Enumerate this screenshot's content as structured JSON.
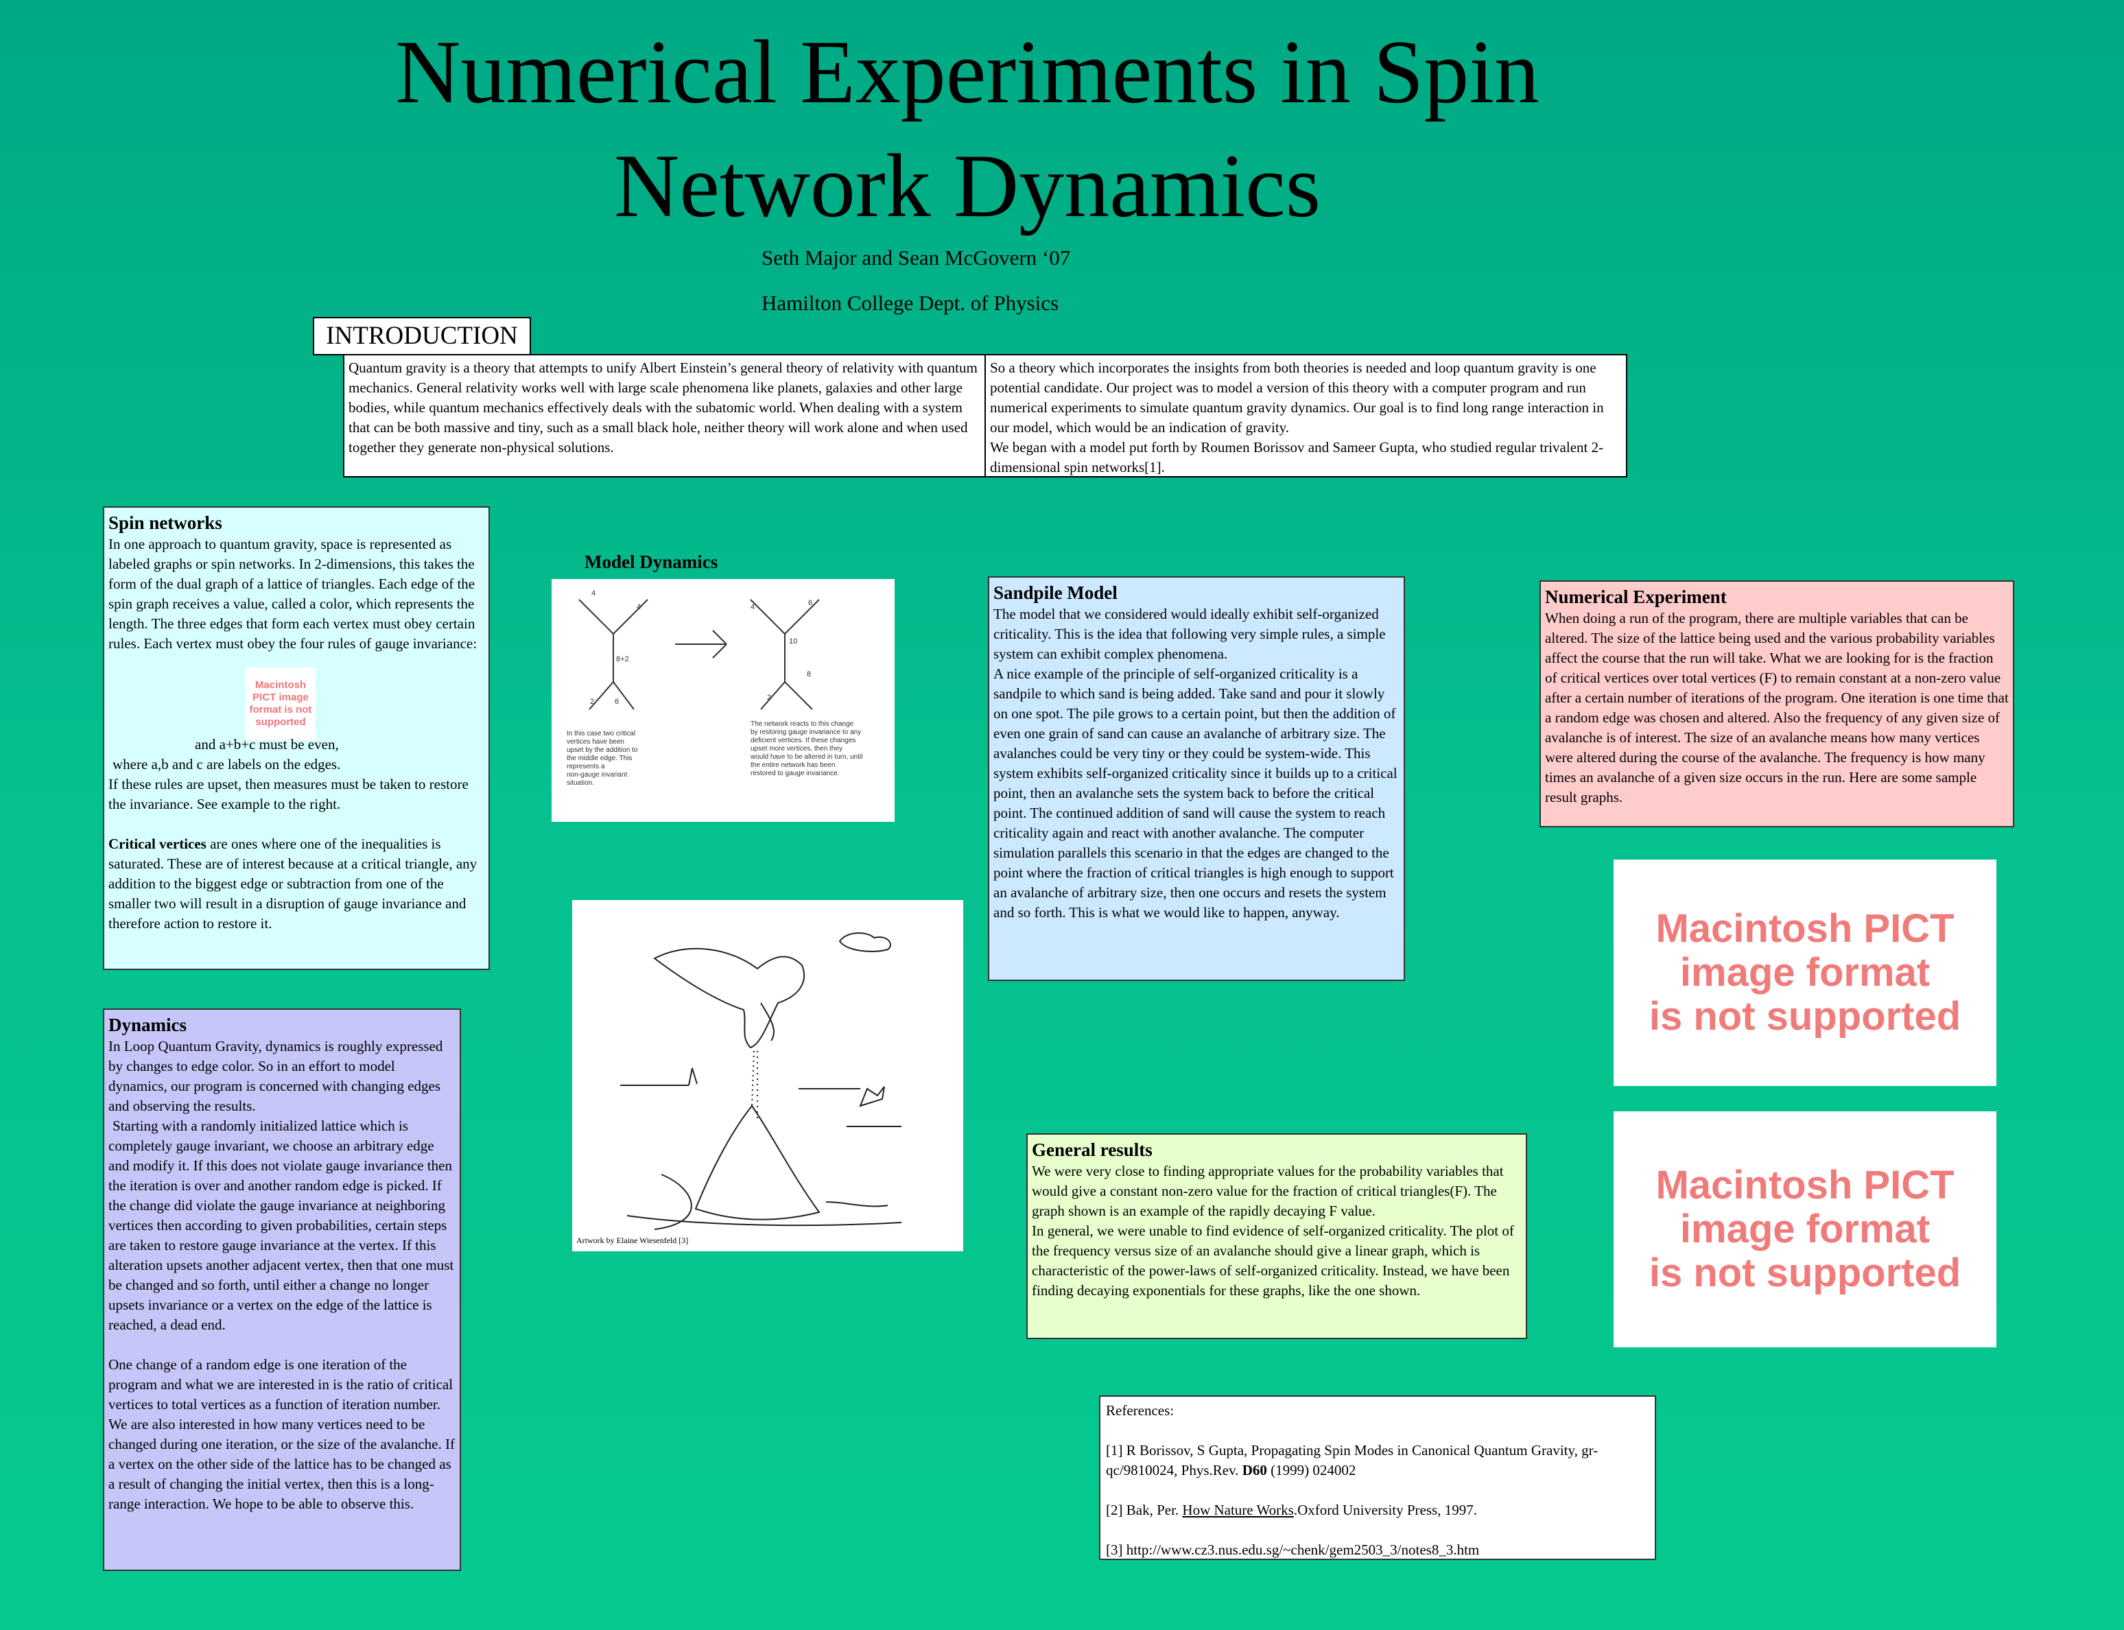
{
  "header": {
    "title_line1": "Numerical Experiments in Spin",
    "title_line2": "Network Dynamics",
    "authors": "Seth Major and Sean McGovern ‘07",
    "affiliation": "Hamilton College Dept. of Physics"
  },
  "intro": {
    "label": "INTRODUCTION",
    "col1": "Quantum gravity is a theory that attempts to unify Albert Einstein’s general theory of relativity with quantum mechanics. General relativity works well with large scale phenomena like planets, galaxies and other large bodies, while quantum mechanics effectively deals with the subatomic world. When dealing with a system that can be both massive and tiny, such as a small black hole, neither theory will work alone and when used together they generate non-physical solutions.",
    "col2_p1": "So a theory which incorporates the insights from both theories is needed and loop quantum gravity is one potential candidate. Our project was to model a version of this theory with a computer program and run numerical experiments to simulate quantum gravity dynamics. Our goal is to find long range interaction in our model, which would be an indication of gravity.",
    "col2_p2": "We began with a model put forth by Roumen Borissov and Sameer Gupta, who studied regular trivalent 2-dimensional spin networks[1]."
  },
  "spin": {
    "heading": "Spin networks",
    "p1": "In one approach to quantum gravity, space is represented as labeled graphs or spin networks. In 2-dimensions, this takes the form of the dual graph of a lattice of triangles. Each edge of the spin graph receives a value, called a color, which represents the length. The three edges that form each vertex must obey certain rules. Each vertex must obey the four rules of gauge invariance:",
    "pict_text": "Macintosh PICT image format is not supported",
    "rule_line": "and a+b+c must be even,",
    "p2": "where a,b and c are labels on the edges.",
    "p3": "If these rules are upset, then measures must be taken to restore the invariance. See example to the right.",
    "critical_bold": "Critical vertices",
    "critical_rest": " are ones where one of the inequalities is saturated. These are of interest because at a critical triangle, any addition to the biggest edge or subtraction from one of the smaller two will result in a disruption of gauge invariance and therefore action to restore it."
  },
  "dynamics": {
    "heading": "Dynamics",
    "p1": "In Loop Quantum Gravity, dynamics is roughly expressed by changes to edge color. So in an effort to model dynamics, our program is concerned with changing edges and observing the results.",
    "p2": "Starting with a randomly initialized lattice which is completely gauge invariant, we choose an arbitrary edge and modify it. If this does not violate gauge invariance then the iteration is over and another random edge is picked. If the change did violate the gauge invariance at neighboring vertices then according to given probabilities, certain steps are taken to restore gauge invariance at the vertex. If this alteration upsets another adjacent vertex, then that one must be changed and so forth, until either a change no longer upsets invariance or a vertex on the edge of the lattice is reached, a dead end.",
    "p3": "One change of a random edge is one iteration of the program and what we are interested in is the ratio of critical vertices to total vertices as a function of iteration number. We are also interested in how many vertices need to be changed during one iteration, or the size of the avalanche. If a vertex on the other side of the lattice has to be changed as a result of changing the initial vertex, then this is a long-range interaction. We hope to be able to observe this."
  },
  "model": {
    "label": "Model Dynamics",
    "left_labels": [
      "4",
      "4",
      "8+2",
      "2",
      "6"
    ],
    "right_labels": [
      "4",
      "6",
      "10",
      "8",
      "2"
    ],
    "left_caption": [
      "In this case two critical",
      "vertices have been",
      "upset by the addition to",
      "the middle edge. This",
      "represents a",
      "non-gauge invariant",
      "situation."
    ],
    "right_caption": [
      "The network reacts to this change",
      "by restoring gauge invariance to any",
      "deficient vertices. If these changes",
      "upset more vertices, then they",
      "would have to be altered in turn, until",
      "the entire network has been",
      "restored to gauge invariance."
    ]
  },
  "artwork": {
    "caption": "Artwork by Elaine Wiesenfeld [3]"
  },
  "sandpile": {
    "heading": "Sandpile Model",
    "p1": "The model that we considered would ideally exhibit self-organized criticality. This is the idea that following very simple rules, a simple system can exhibit complex phenomena.",
    "p2": "A nice example of the principle of self-organized criticality is a sandpile to which sand is being added. Take sand and pour it slowly on one spot. The pile grows to a certain point, but then the addition of even one grain of sand can cause an avalanche of arbitrary size. The avalanches could be very tiny or they could be system-wide. This system exhibits self-organized criticality since it builds up to a critical point, then an avalanche sets the system back to before the critical point. The continued addition of sand will cause the system to reach criticality again and react with another avalanche. The computer simulation parallels this scenario in that the edges are changed to the point where the fraction of critical triangles is high enough to support an avalanche of arbitrary size, then one occurs and resets the system and so forth. This is what we would like to happen, anyway."
  },
  "numerical": {
    "heading": "Numerical Experiment",
    "p1": "When doing a run of the program, there are multiple variables that can be altered. The size of the lattice being used and the various probability variables affect the course that the run will take. What we are looking for is the fraction of critical vertices over total vertices (F) to remain constant at a non-zero value after a certain number of iterations of the program. One iteration is one time that a random edge was chosen and altered. Also the frequency of any given size of avalanche is of interest. The size of an avalanche means how many vertices were altered during the course of the avalanche. The frequency is how many times an avalanche of a given size occurs in the run. Here are some sample result graphs."
  },
  "pict": {
    "line1": "Macintosh PICT",
    "line2": "image format",
    "line3": "is not supported"
  },
  "general": {
    "heading": "General results",
    "p1": "We were very close to finding appropriate values for the probability variables that would give a constant non-zero value for the fraction of critical triangles(F). The graph shown is an example of the rapidly decaying F value.",
    "p2": "In general, we were unable to find evidence of self-organized criticality. The plot of the frequency versus size of an avalanche should give a linear graph, which is characteristic of the power-laws of self-organized criticality. Instead, we have been finding decaying exponentials for these graphs, like the one shown."
  },
  "references": {
    "heading": "References:",
    "ref1_a": "[1] R Borissov, S Gupta, Propagating Spin Modes in Canonical Quantum Gravity, gr-qc/9810024, Phys.Rev. ",
    "ref1_bold": "D60",
    "ref1_b": " (1999) 024002",
    "ref2_a": "[2] Bak, Per. ",
    "ref2_u": "How Nature Works",
    "ref2_b": ".Oxford University Press, 1997.",
    "ref3": "[3] http://www.cz3.nus.edu.sg/~chenk/gem2503_3/notes8_3.htm"
  }
}
